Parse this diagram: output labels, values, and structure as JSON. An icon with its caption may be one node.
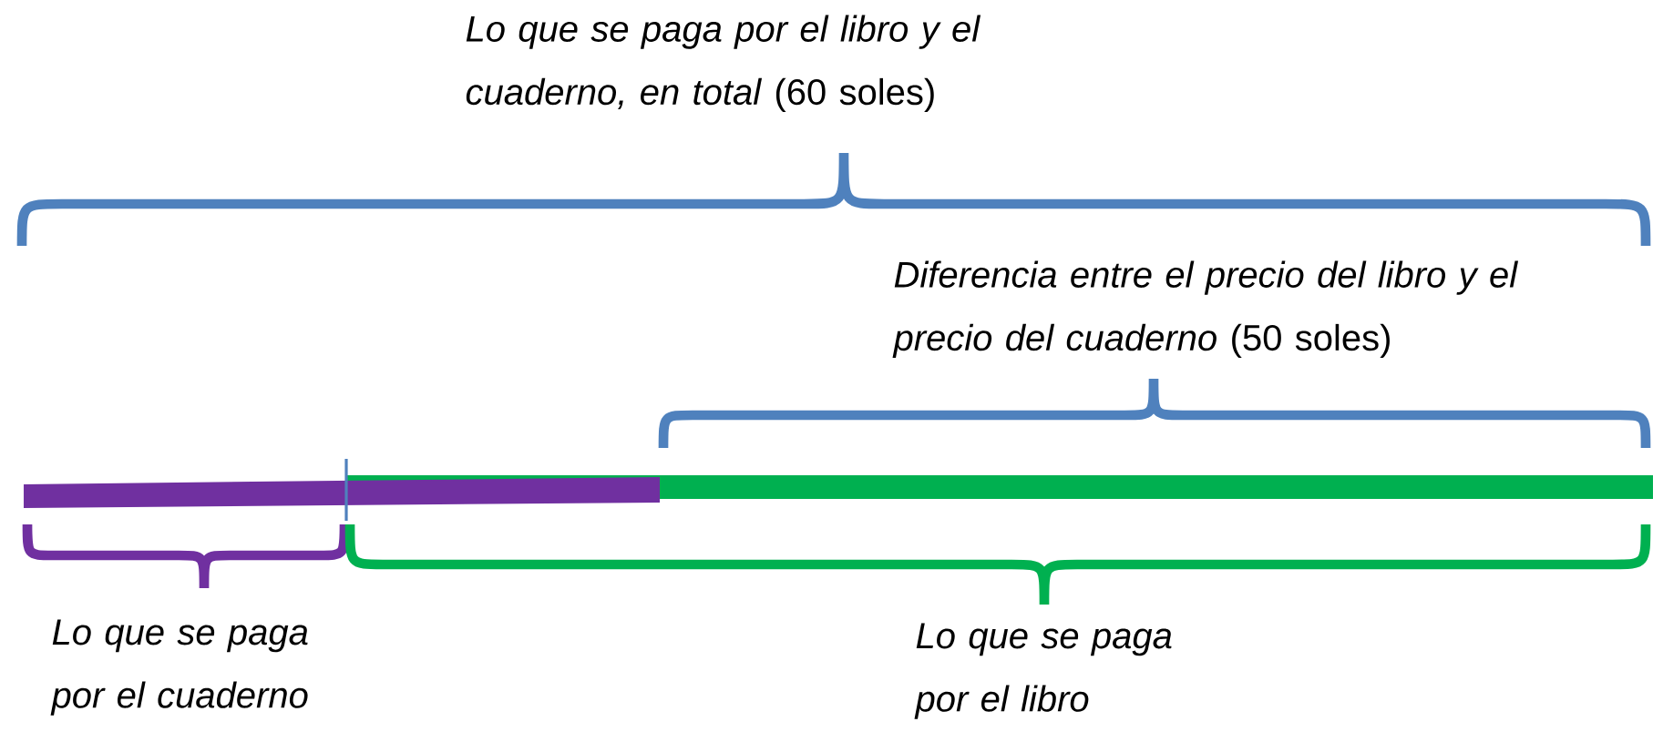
{
  "diagram": {
    "labels": [
      "*Lo que se paga por el libro y el cuaderno, en total* (60 soles)",
      "*Diferencia entre el precio del libro y el precio del cuaderno* (50 soles)",
      "*Lo que se paga por el cuaderno*",
      "*Lo que se paga por el libro*"
    ]
  }
}
